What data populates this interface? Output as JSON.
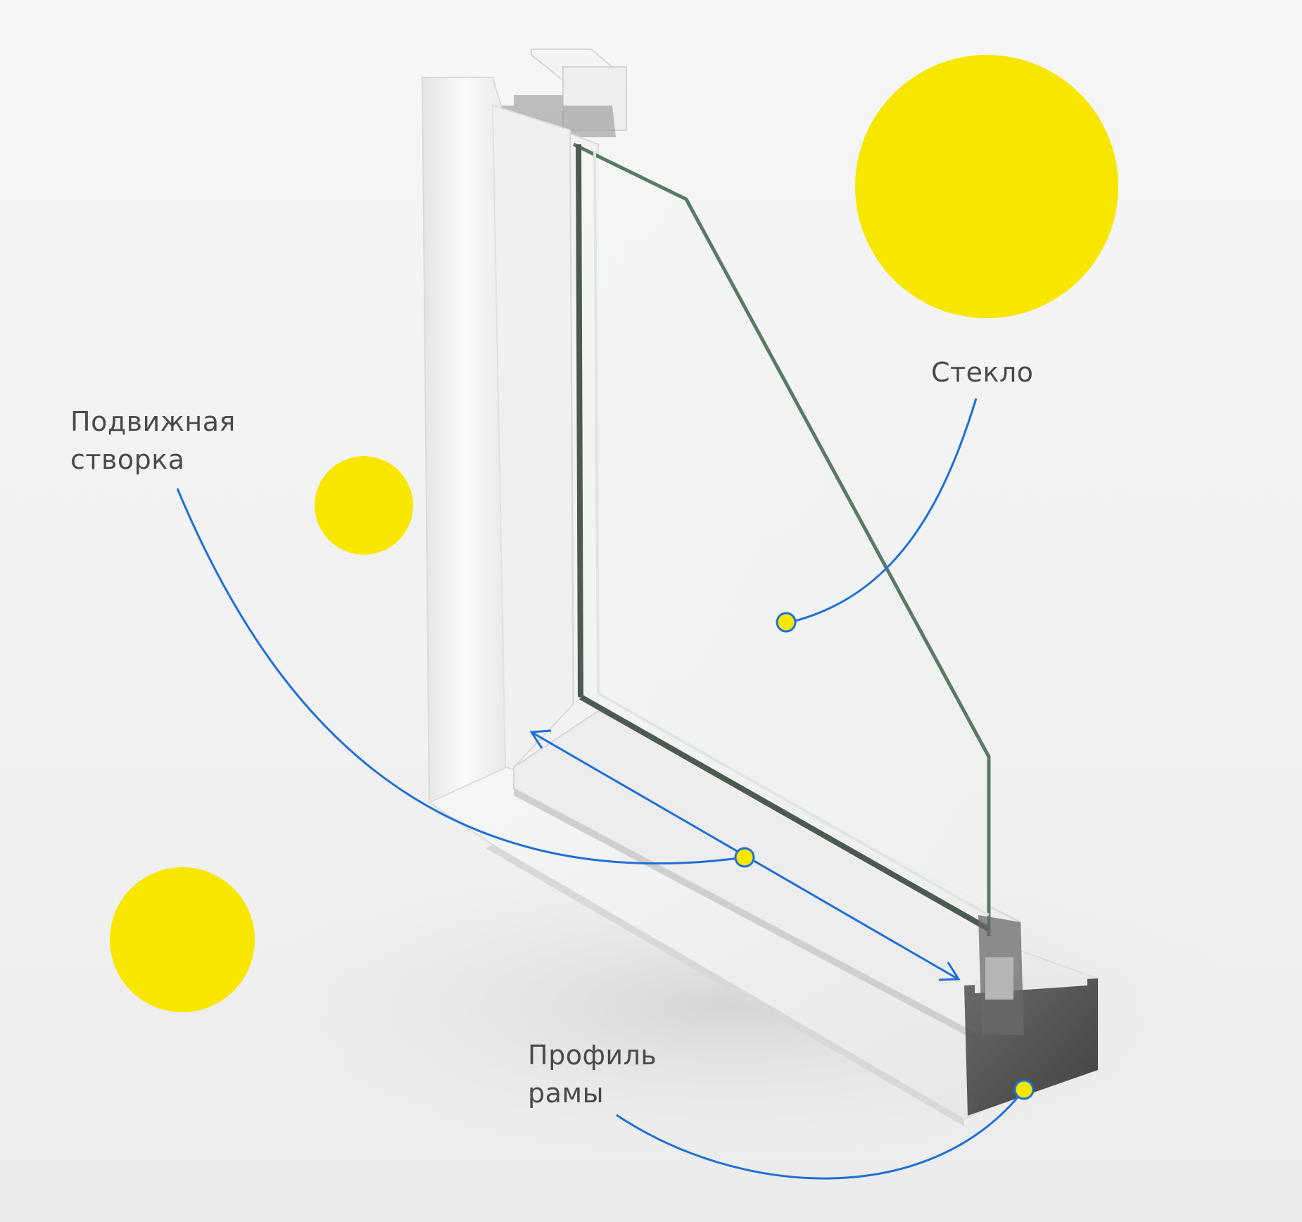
{
  "labels": {
    "glass": "Стекло",
    "sash_line1": "Подвижная",
    "sash_line2": "створка",
    "frame_line1": "Профиль",
    "frame_line2": "рамы"
  },
  "colors": {
    "accent_yellow": "#f7e600",
    "callout_blue": "#1f6fd6",
    "glass_edge": "#5a7a66",
    "label_text": "#4a4a4a",
    "background": "#f3f3f3"
  },
  "icons": {
    "sash_arrow": "double-headed-arrow-icon",
    "marker": "callout-dot-icon"
  }
}
